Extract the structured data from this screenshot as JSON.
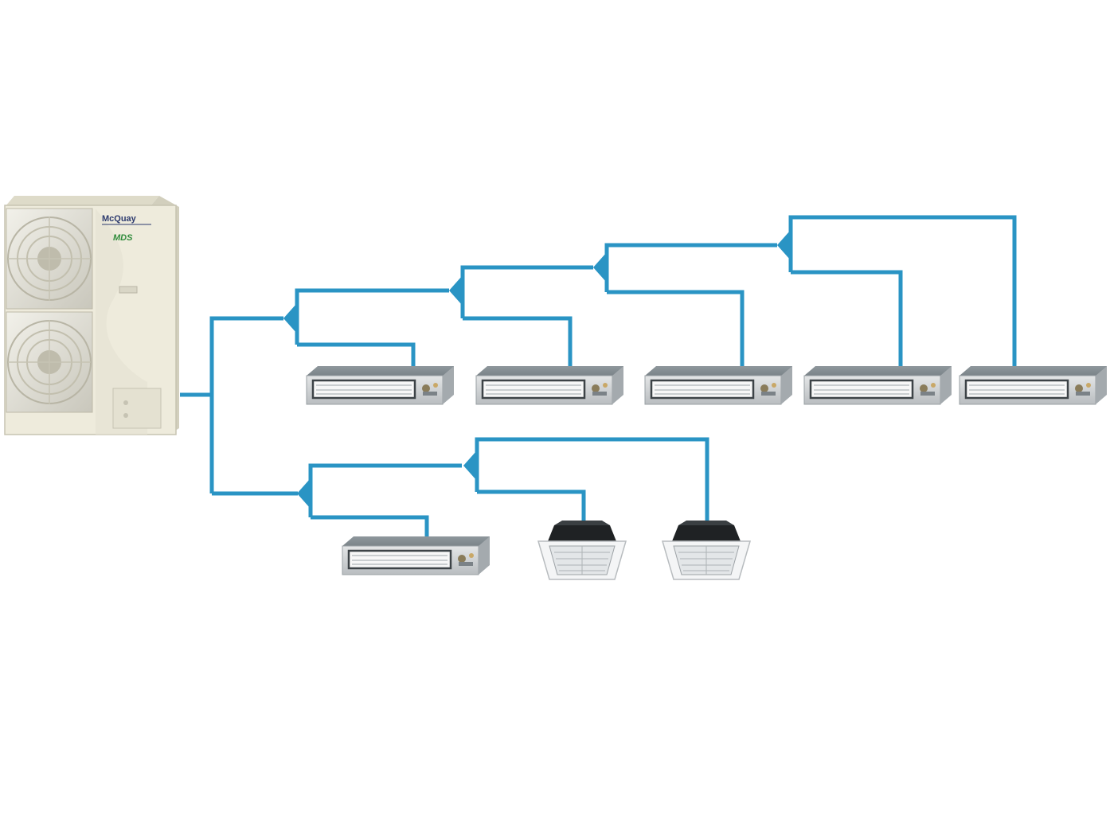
{
  "outdoor_unit": {
    "brand_logo": "McQuay",
    "series_logo": "MDS",
    "colors": {
      "body": "#ece9d9",
      "brand_green": "#2e8b3a"
    }
  },
  "piping": {
    "color": "#2a94c4"
  },
  "indoor_units": [
    {
      "type": "ducted",
      "icon": "ducted-indoor-unit-icon"
    },
    {
      "type": "ducted",
      "icon": "ducted-indoor-unit-icon"
    },
    {
      "type": "ducted",
      "icon": "ducted-indoor-unit-icon"
    },
    {
      "type": "ducted",
      "icon": "ducted-indoor-unit-icon"
    },
    {
      "type": "ducted",
      "icon": "ducted-indoor-unit-icon"
    },
    {
      "type": "ducted",
      "icon": "ducted-indoor-unit-icon"
    },
    {
      "type": "cassette",
      "icon": "cassette-indoor-unit-icon"
    },
    {
      "type": "cassette",
      "icon": "cassette-indoor-unit-icon"
    }
  ]
}
